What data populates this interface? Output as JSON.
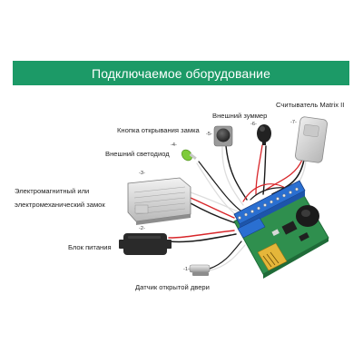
{
  "title": "Подключаемое оборудование",
  "labels": {
    "button": "Кнопка открывания замка",
    "buzzer": "Внешний зуммер",
    "reader": "Считыватель Matrix II",
    "led": "Внешний светодиод",
    "lock_line1": "Электромагнитный или",
    "lock_line2": "электромеханический замок",
    "power": "Блок питания",
    "sensor": "Датчик открытой двери"
  },
  "tags": {
    "button": "-5-",
    "buzzer": "-6-",
    "reader": "-7-",
    "led": "-4-",
    "lock": "-3-",
    "power": "-2-",
    "sensor": "-1-"
  },
  "colors": {
    "banner": "#1c9a67",
    "board": "#2f8f4e",
    "terminal": "#2a6fd1",
    "wire_red": "#d8262a",
    "wire_black": "#1a1a1a",
    "wire_white": "#e9e9e9",
    "led_green": "#7ecb3a"
  }
}
